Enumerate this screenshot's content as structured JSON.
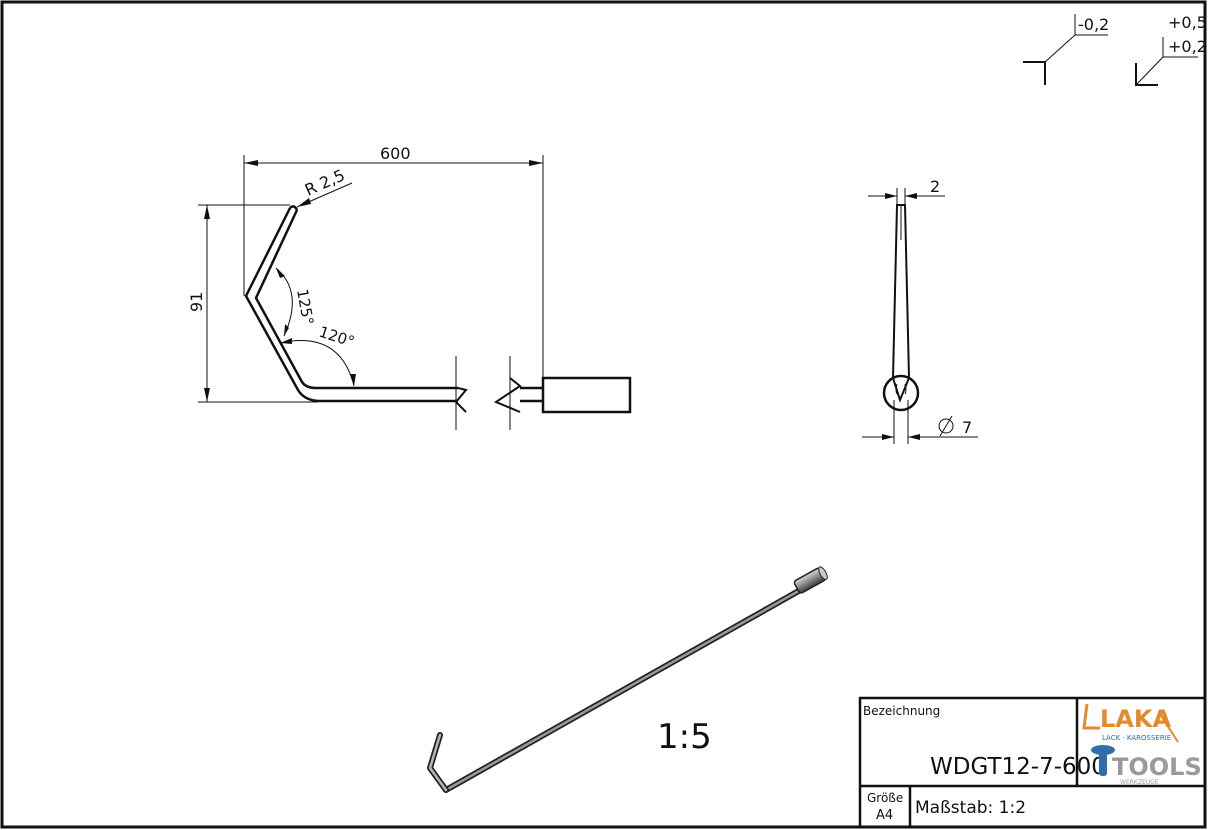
{
  "drawing": {
    "tolerance_symbols": {
      "minus": "-0,2",
      "plus_top": "+0,5",
      "plus_bottom": "+0,2"
    },
    "front_view": {
      "length_dim": "600",
      "height_dim": "91",
      "radius_dim": "R 2,5",
      "angle_inner": "125°",
      "angle_outer": "120°"
    },
    "side_view": {
      "thickness_dim": "2",
      "diameter_dim": "7"
    },
    "iso_view": {
      "scale_note": "1:5"
    }
  },
  "title_block": {
    "designation_label": "Bezeichnung",
    "part_number": "WDGT12-7-600",
    "size_label": "Größe",
    "size_value": "A4",
    "scale_label": "Maßstab: 1:2",
    "logo": {
      "brand_top": "LAKA",
      "brand_top_sub": "LACK · KAROSSERIE",
      "brand_bottom": "TOOLS",
      "brand_bottom_sub": "WERKZEUGE"
    }
  },
  "colors": {
    "line": "#111111",
    "logo_orange": "#e58a2b",
    "logo_blue": "#2f6ea6",
    "logo_grey": "#9a9a9a"
  }
}
